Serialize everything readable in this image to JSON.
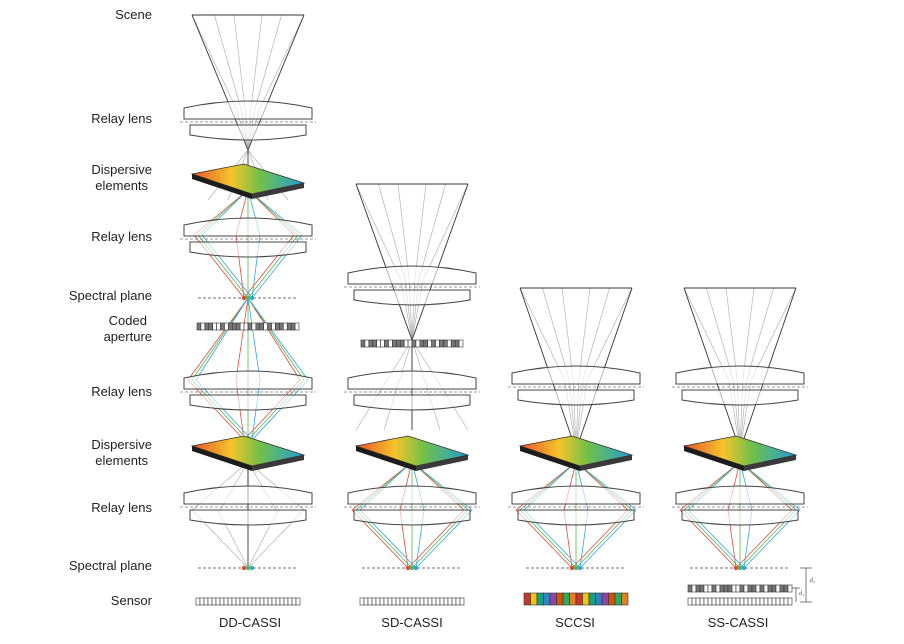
{
  "left_labels": {
    "scene": "Scene",
    "relay_lens_1": "Relay lens",
    "dispersive_1_line1": "Dispersive",
    "dispersive_1_line2": "elements",
    "relay_lens_2": "Relay lens",
    "spectral_plane_1": "Spectral plane",
    "coded_line1": "Coded",
    "coded_line2": "aperture",
    "relay_lens_3": "Relay lens",
    "dispersive_2_line1": "Dispersive",
    "dispersive_2_line2": "elements",
    "relay_lens_4": "Relay lens",
    "spectral_plane_2": "Spectral plane",
    "sensor": "Sensor"
  },
  "columns": [
    {
      "title": "DD-CASSI"
    },
    {
      "title": "SD-CASSI"
    },
    {
      "title": "SCCSI"
    },
    {
      "title": "SS-CASSI"
    }
  ],
  "dimension_labels": {
    "d2": "d₂",
    "d1": "d₁"
  },
  "colors": {
    "ray_gray": "#b4b4b4",
    "ray_dark": "#333333",
    "ray_red": "#e8453c",
    "ray_green": "#55b947",
    "ray_blue": "#2fa6e0",
    "lens_stroke": "#444444",
    "prism_top_start": "#e8542d",
    "prism_top_mid": "#f5d22a",
    "prism_top_green": "#6fc04a",
    "prism_top_end": "#1e9fd7"
  }
}
